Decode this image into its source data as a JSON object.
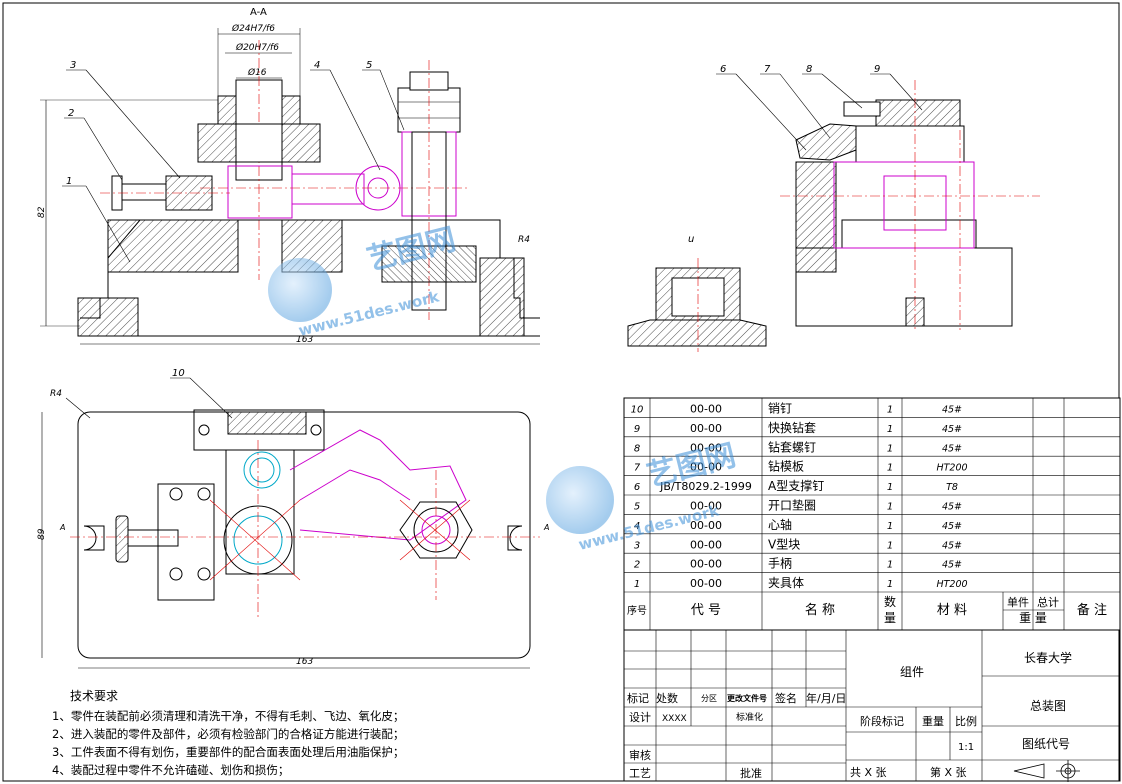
{
  "section_label": "A-A",
  "dimensions": {
    "d_outer": "Ø24H7/f6",
    "d_mid": "Ø20H7/f6",
    "d_inner": "Ø16",
    "height": "82",
    "width_top": "163",
    "width_bottom": "163",
    "height_bottom": "89",
    "radius_right": "R4",
    "radius_left": "R4",
    "arrow_a_left": "A",
    "arrow_a_right": "A",
    "view_mark": "u"
  },
  "balloons": [
    "1",
    "2",
    "3",
    "4",
    "5",
    "6",
    "7",
    "8",
    "9",
    "10"
  ],
  "watermark": {
    "brand": "艺图网",
    "url": "www.51des.work"
  },
  "bom": {
    "rows": [
      {
        "no": "10",
        "code": "00-00",
        "name": "销钉",
        "qty": "1",
        "material": "45#",
        "note": ""
      },
      {
        "no": "9",
        "code": "00-00",
        "name": "快换钻套",
        "qty": "1",
        "material": "45#",
        "note": ""
      },
      {
        "no": "8",
        "code": "00-00",
        "name": "钻套螺钉",
        "qty": "1",
        "material": "45#",
        "note": ""
      },
      {
        "no": "7",
        "code": "00-00",
        "name": "钻模板",
        "qty": "1",
        "material": "HT200",
        "note": ""
      },
      {
        "no": "6",
        "code": "JB/T8029.2-1999",
        "name": "A型支撑钉",
        "qty": "1",
        "material": "T8",
        "note": ""
      },
      {
        "no": "5",
        "code": "00-00",
        "name": "开口垫圈",
        "qty": "1",
        "material": "45#",
        "note": ""
      },
      {
        "no": "4",
        "code": "00-00",
        "name": "心轴",
        "qty": "1",
        "material": "45#",
        "note": ""
      },
      {
        "no": "3",
        "code": "00-00",
        "name": "V型块",
        "qty": "1",
        "material": "45#",
        "note": ""
      },
      {
        "no": "2",
        "code": "00-00",
        "name": "手柄",
        "qty": "1",
        "material": "45#",
        "note": ""
      },
      {
        "no": "1",
        "code": "00-00",
        "name": "夹具体",
        "qty": "1",
        "material": "HT200",
        "note": ""
      }
    ],
    "header": {
      "no": "序号",
      "code": "代 号",
      "name": "名 称",
      "qty1": "数",
      "qty2": "量",
      "material": "材 料",
      "unit1": "单件",
      "unit2": "总计",
      "weight": "重 量",
      "note": "备 注"
    }
  },
  "title_block": {
    "assembly": "组件",
    "school": "长春大学",
    "drawing_name": "总装图",
    "drawing_code": "图纸代号",
    "mark": "标记",
    "count": "处数",
    "zone": "分区",
    "change_doc": "更改文件号",
    "sign": "签名",
    "date": "年/月/日",
    "design": "设计",
    "designer": "XXXX",
    "standard": "标准化",
    "stage": "阶段标记",
    "weight": "重量",
    "scale": "比例",
    "scale_value": "1:1",
    "review": "审核",
    "process": "工艺",
    "approve": "批准",
    "total_sheets": "共 X 张",
    "sheet_no": "第 X 张"
  },
  "tech_requirements": {
    "title": "技术要求",
    "items": [
      "1、零件在装配前必须清理和清洗干净，不得有毛刺、飞边、氧化皮；",
      "2、进入装配的零件及部件，必须有检验部门的合格证方能进行装配；",
      "3、工件表面不得有划伤，重要部件的配合面表面处理后用油脂保护；",
      "4、装配过程中零件不允许磕碰、划伤和损伤；"
    ]
  },
  "colors": {
    "line": "#000000",
    "part": "#cc00cc",
    "center": "#e00000",
    "cyan": "#00a8c8",
    "watermark": "#5aa3e0"
  }
}
